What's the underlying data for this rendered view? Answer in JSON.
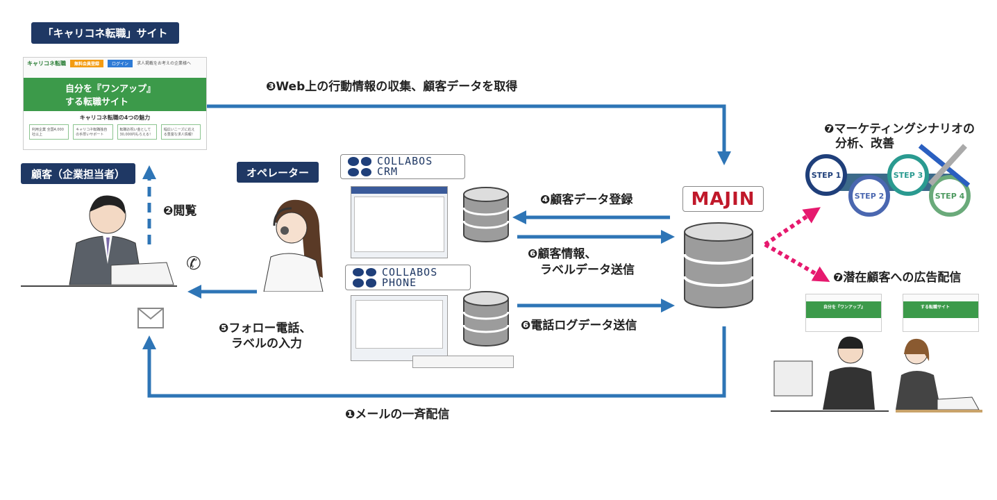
{
  "site_label": "「キャリコネ転職」サイト",
  "site_preview": {
    "logo": "キャリコネ転職",
    "register_btn": "無料会員登録",
    "login_btn": "ログイン",
    "corporate_link": "求人掲載をお考えの企業様へ",
    "hero_line1": "自分を『ワンアップ』",
    "hero_line2": "する転職サイト",
    "subtitle": "キャリコネ転職の4つの魅力",
    "cards": [
      "利用企業 全国4,000社以上",
      "キャリコネ転職独自の手厚いサポート",
      "転職お祝い金として30,000円もらえる！",
      "幅広いニーズに応える豊富な求人情報！"
    ]
  },
  "customer_label": "顧客（企業担当者）",
  "operator_label": "オペレーター",
  "crm_logo": [
    "COLLABOS",
    "CRM"
  ],
  "phone_logo": [
    "COLLABOS",
    "PHONE"
  ],
  "majin_logo": "MAJIN",
  "steps": [
    "STEP 1",
    "STEP 2",
    "STEP 3",
    "STEP 4"
  ],
  "flows": {
    "f1": "❶メールの一斉配信",
    "f2": "❷閲覧",
    "f3": "❸Web上の行動情報の収集、顧客データを取得",
    "f4": "❹顧客データ登録",
    "f5_line1": "❺フォロー電話、",
    "f5_line2": "ラベルの入力",
    "f6a_line1": "❻顧客情報、",
    "f6a_line2": "ラベルデータ送信",
    "f6b": "❻電話ログデータ送信",
    "f7a_line1": "❼マーケティングシナリオの",
    "f7a_line2": "分析、改善",
    "f7b": "❼潜在顧客への広告配信"
  },
  "colors": {
    "navy": "#1f3864",
    "arrow": "#2e75b6",
    "pink": "#e6196e",
    "green": "#3c9a4a"
  }
}
